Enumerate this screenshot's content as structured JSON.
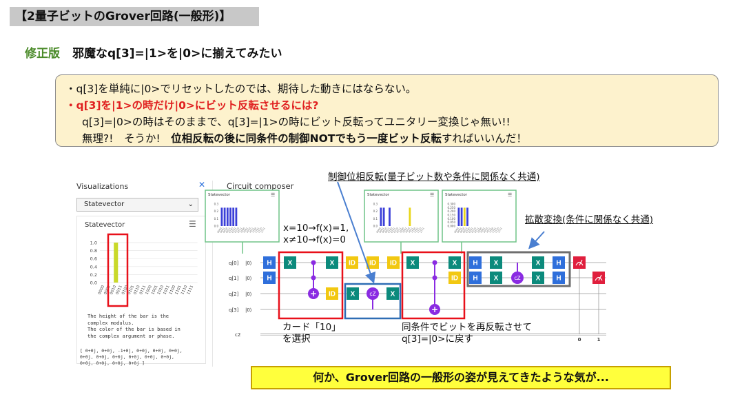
{
  "slide": {
    "title": "【2量子ビットのGrover回路(一般形)】",
    "subheading_tag": "修正版",
    "subheading_text": "邪魔なq[3]=|1>を|0>に揃えてみたい",
    "note": {
      "line1": "・q[3]を単純に|0>でリセットしたのでは、期待した動きにはならない。",
      "line2": "・q[3]を|1>の時だけ|0>にビット反転させるには?",
      "line3": "q[3]=|0>の時はそのままで、q[3]=|1>の時にビット反転ってユニタリー変換じゃ無い!!",
      "line4_a": "無理?!　そうか!　",
      "line4_bold": "位相反転の後に同条件の制御NOTでもう一度ビット反転",
      "line4_b": "すればいいんだ！"
    },
    "bottom_banner": "何か、Grover回路の一般形の姿が見えてきたような気が..."
  },
  "annotations": {
    "phase_flip": "制御位相反転(量子ビット数や条件に関係なく共通)",
    "diffusion": "拡散変換(条件に関係なく共通)",
    "cond_line1": "x=10→f(x)=1,",
    "cond_line2": "x≠10→f(x)=0",
    "card_line1": "カード「10」",
    "card_line2": "を選択",
    "reflip_line1": "同条件でビットを再反転させて",
    "reflip_line2": "q[3]=|0>に戻す"
  },
  "left_panel": {
    "title": "Visualizations",
    "close_icon": "close-icon",
    "select_value": "Statevector",
    "card_title": "Statevector",
    "description": "The height of the bar is the\ncomplex modulus.\nThe color of the bar is based in\nthe complex argument or phase.",
    "data_text": "[ 0+0j, 0+0j, -1+0j, 0+0j, 0+0j, 0+0j,\n0+0j, 0+0j, 0+0j, 0+0j, 0+0j, 0+0j,\n0+0j, 0+0j, 0+0j, 0+0j ]"
  },
  "composer": {
    "title": "Circuit composer",
    "qubits": [
      "q[0]",
      "q[1]",
      "q[2]",
      "q[3]"
    ],
    "ket": "|0⟩",
    "classical": "c2",
    "measure_bits": [
      "0",
      "1"
    ],
    "mini_chart_title": "Statevector"
  },
  "gate_labels": {
    "h": "H",
    "x": "X",
    "id": "ID",
    "cz": "cZ"
  },
  "colors": {
    "h": "#2f6fdb",
    "x": "#0c8a7c",
    "id": "#f2c811",
    "ctrl": "#8a2be2",
    "measure": "#e01f3d",
    "red_box": "#e8101a",
    "blue_box": "#2e6db4",
    "gray_box": "#6e6e6e",
    "green_frame": "#6fc387"
  },
  "chart_data": [
    {
      "type": "bar",
      "title": "Statevector",
      "categories": [
        "0000",
        "0001",
        "0010",
        "0011",
        "0100",
        "0101",
        "0110",
        "0111",
        "1000",
        "1001",
        "1010",
        "1011",
        "1100",
        "1101",
        "1110",
        "1111"
      ],
      "values": [
        0,
        0,
        1.0,
        0,
        0,
        0,
        0,
        0,
        0,
        0,
        0,
        0,
        0,
        0,
        0,
        0
      ],
      "yticks": [
        "1.0",
        "0.8",
        "0.6",
        "0.4",
        "0.2",
        "0.0"
      ],
      "ylim": [
        0,
        1.0
      ]
    },
    {
      "type": "bar",
      "title": "Statevector",
      "categories": [
        "0000",
        "0001",
        "0010",
        "0011",
        "0100",
        "0101",
        "0110",
        "0111",
        "1000",
        "1001",
        "1010",
        "1011",
        "1100",
        "1101",
        "1110",
        "1111"
      ],
      "values": [
        0.25,
        0.25,
        0.25,
        0.25,
        0.25,
        0.25,
        0,
        0,
        0,
        0,
        0,
        0,
        0,
        0,
        0,
        0
      ],
      "yticks": [
        "0.3",
        "0.2",
        "0.1",
        "0.0"
      ],
      "ylim": [
        0,
        0.3
      ]
    },
    {
      "type": "bar",
      "title": "Statevector",
      "categories": [
        "0000",
        "0001",
        "0010",
        "0011",
        "0100",
        "0101",
        "0110",
        "0111",
        "1000",
        "1001",
        "1010",
        "1011",
        "1100",
        "1101",
        "1110",
        "1111"
      ],
      "values": [
        0.25,
        0.25,
        0,
        0.25,
        0,
        0,
        0,
        0,
        0,
        0,
        0.25,
        0,
        0,
        0,
        0,
        0
      ],
      "yticks": [
        "0.3",
        "0.2",
        "0.1",
        "0.0"
      ],
      "ylim": [
        0,
        0.3
      ]
    },
    {
      "type": "bar",
      "title": "Statevector",
      "categories": [
        "0000",
        "0001",
        "0010",
        "0011",
        "0100",
        "0101",
        "0110",
        "0111",
        "1000",
        "1001",
        "1010",
        "1011",
        "1100",
        "1101",
        "1110",
        "1111"
      ],
      "values": [
        0.25,
        0.25,
        0.25,
        0.25,
        0,
        0,
        0,
        0,
        0,
        0,
        0,
        0,
        0,
        0,
        0,
        0
      ],
      "yticks": [
        "0.300",
        "0.250",
        "0.200",
        "0.150",
        "0.100",
        "0.050",
        "0.000"
      ],
      "ylim": [
        0,
        0.3
      ]
    }
  ]
}
